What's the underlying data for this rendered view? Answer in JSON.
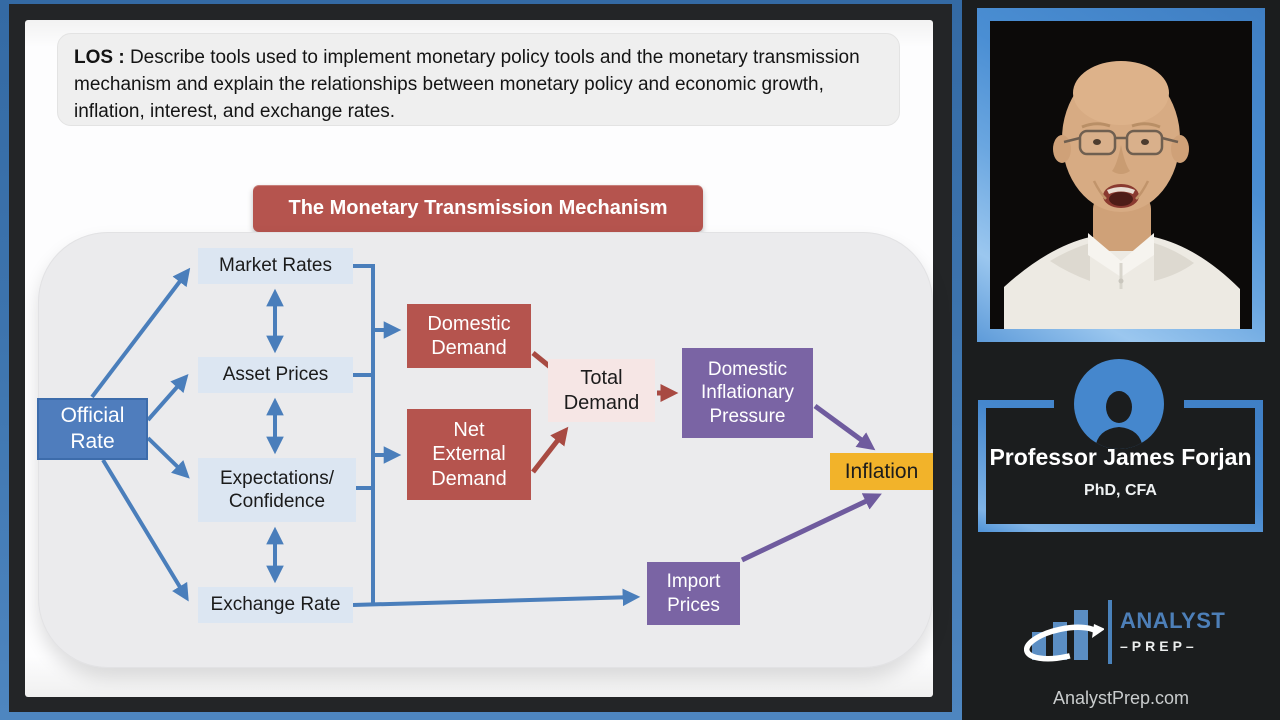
{
  "slide": {
    "los_label": "LOS :",
    "los_text": "Describe tools used to implement monetary policy tools and the monetary transmission mechanism and explain the relationships between monetary policy and economic growth, inflation, interest, and exchange rates.",
    "title": "The Monetary Transmission Mechanism",
    "nodes": {
      "official_rate": "Official\nRate",
      "market_rates": "Market Rates",
      "asset_prices": "Asset Prices",
      "expectations_confidence": "Expectations/\nConfidence",
      "exchange_rate": "Exchange Rate",
      "domestic_demand": "Domestic\nDemand",
      "net_external_demand": "Net\nExternal\nDemand",
      "total_demand": "Total\nDemand",
      "domestic_inflationary_pressure": "Domestic\nInflationary\nPressure",
      "import_prices": "Import\nPrices",
      "inflation": "Inflation"
    },
    "colors": {
      "banner": "#b5544e",
      "primary_blue_box": "#4f7dbd",
      "light_blue_box": "#dce6f2",
      "red_box": "#b5544e",
      "pink_box": "#f6e6e5",
      "purple_box": "#7a64a4",
      "yellow_box": "#f2b32a",
      "blue_arrow": "#4a7ebb",
      "red_arrow": "#a84a42",
      "purple_arrow": "#6f5b9e"
    }
  },
  "sidebar": {
    "professor_name": "Professor James Forjan",
    "professor_credentials": "PhD, CFA",
    "logo": {
      "primary": "ANALYST",
      "secondary": "–PREP–"
    },
    "website": "AnalystPrep.com",
    "accent_blue": "#4587cd"
  }
}
